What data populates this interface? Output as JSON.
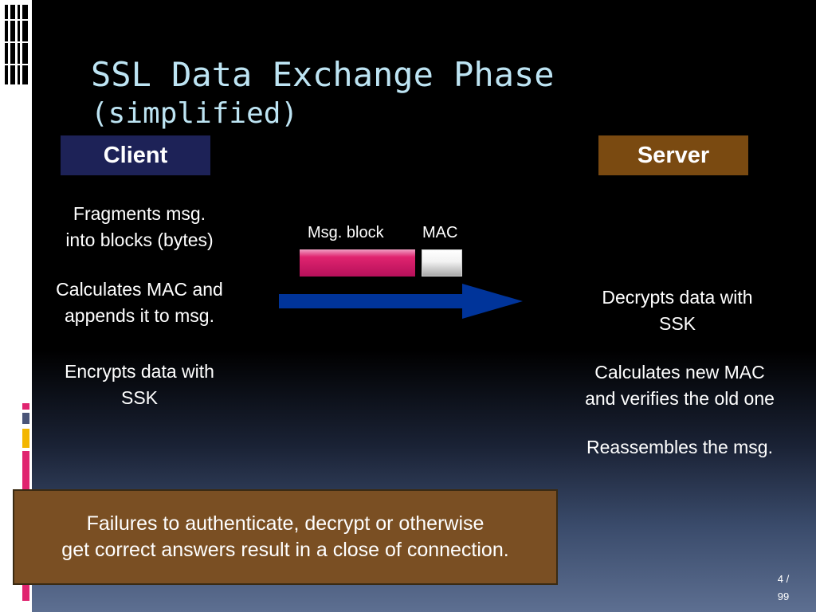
{
  "title": {
    "line1": "SSL Data Exchange Phase",
    "line2": "(simplified)",
    "color": "#bde4f3"
  },
  "client": {
    "label": "Client",
    "color": "#1d2257",
    "steps": [
      {
        "lines": [
          "Fragments msg.",
          "into blocks (bytes)"
        ]
      },
      {
        "lines": [
          "Calculates MAC and",
          "appends it to msg."
        ]
      },
      {
        "lines": [
          "Encrypts data with",
          "SSK"
        ]
      }
    ]
  },
  "server": {
    "label": "Server",
    "color": "#7a4a11",
    "steps": [
      {
        "lines": [
          "Decrypts data with",
          "SSK"
        ]
      },
      {
        "lines": [
          "Calculates new MAC",
          "and verifies the old one"
        ]
      },
      {
        "lines": [
          "Reassembles the msg."
        ]
      }
    ]
  },
  "packet": {
    "msg_label": "Msg. block",
    "mac_label": "MAC",
    "msg_color": "#e0246f",
    "arrow_color": "#00349a"
  },
  "note": {
    "line1": "Failures to authenticate, decrypt or otherwise",
    "line2": "get correct answers result in a close of connection."
  },
  "page": {
    "current": "4 /",
    "total": "99"
  }
}
